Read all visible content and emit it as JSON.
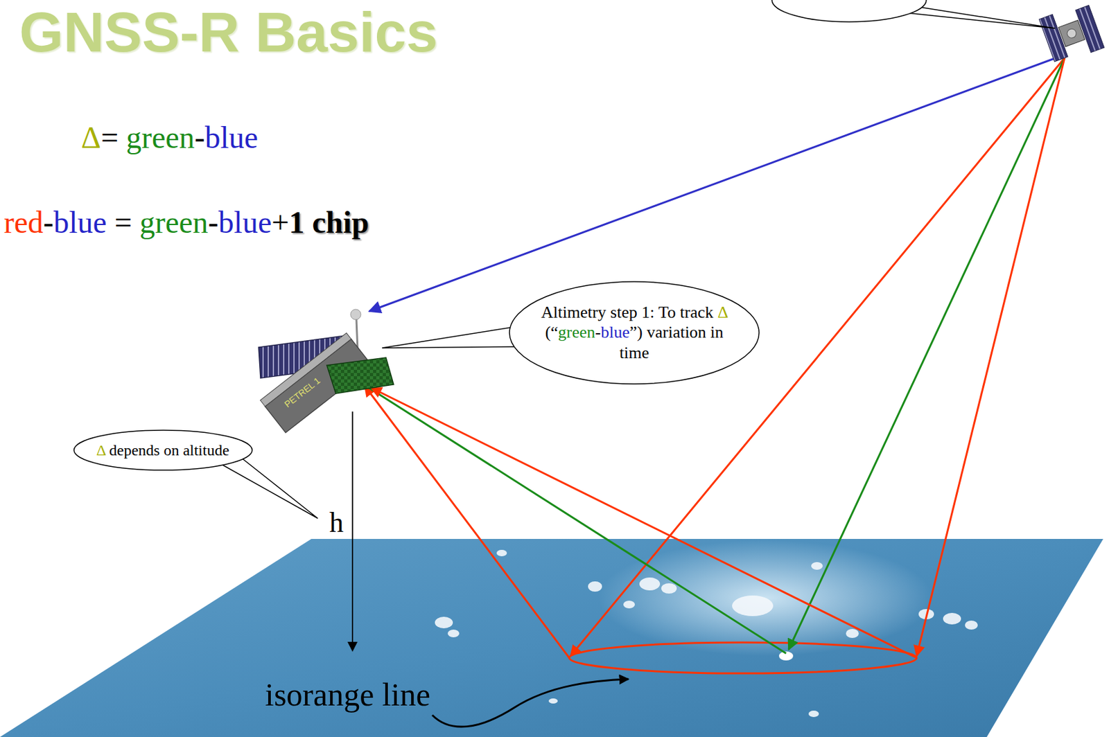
{
  "diagram": {
    "title": "GNSS-R Basics",
    "nodes": [
      {
        "text": [
          "Altimetry step 1: To track Δ (“green-blue”) variation in time"
        ]
      },
      {
        "text": [
          "Δ depends on altitude"
        ]
      }
    ],
    "labels": [
      "Δ= green-blue",
      "red-blue = green-blue+1 chip",
      "PETREL 1",
      "h",
      "isorange line"
    ]
  }
}
